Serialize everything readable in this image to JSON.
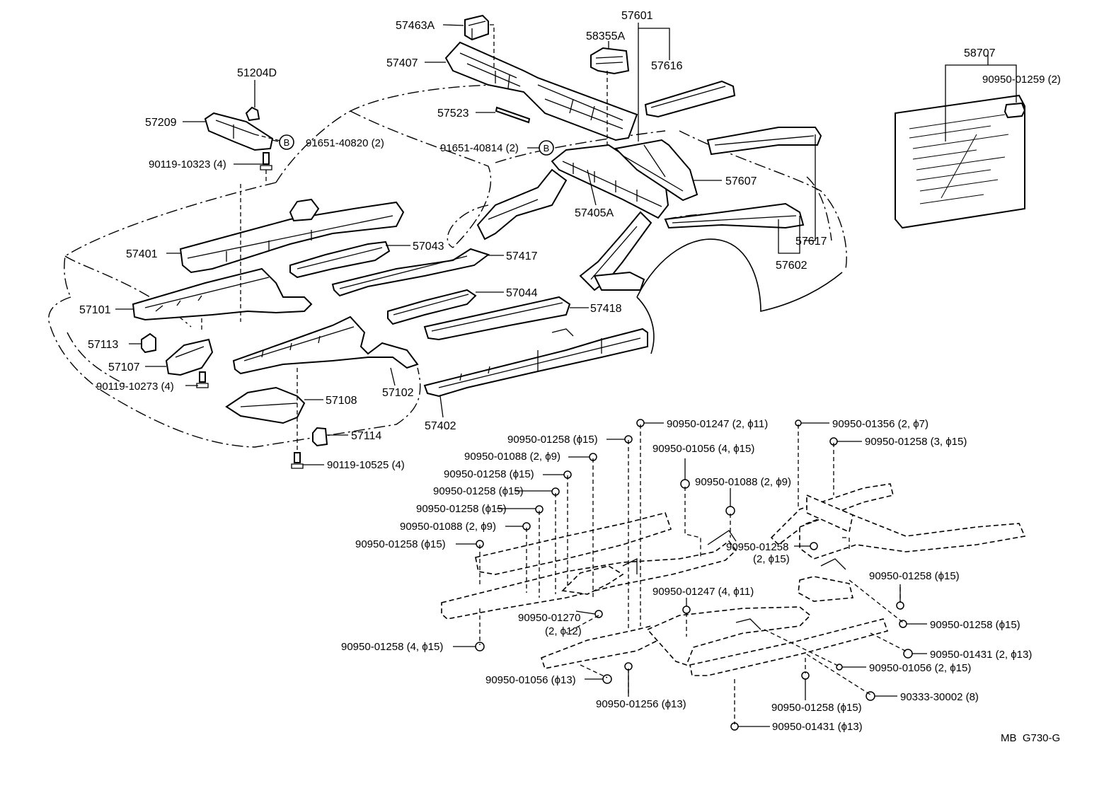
{
  "figure_code": "MB  G730-G",
  "circle_marker": "B",
  "callouts": [
    {
      "id": "c57463A",
      "text": "57463A"
    },
    {
      "id": "c57407",
      "text": "57407"
    },
    {
      "id": "c51204D",
      "text": "51204D"
    },
    {
      "id": "c57209",
      "text": "57209"
    },
    {
      "id": "c91651_40820",
      "text": "91651-40820 (2)"
    },
    {
      "id": "c90119_10323",
      "text": "90119-10323 (4)"
    },
    {
      "id": "c57523",
      "text": "57523"
    },
    {
      "id": "c91651_40814",
      "text": "91651-40814 (2)"
    },
    {
      "id": "c57601",
      "text": "57601"
    },
    {
      "id": "c58355A",
      "text": "58355A"
    },
    {
      "id": "c57616",
      "text": "57616"
    },
    {
      "id": "c58707",
      "text": "58707"
    },
    {
      "id": "c90950_01259",
      "text": "90950-01259 (2)"
    },
    {
      "id": "c57607",
      "text": "57607"
    },
    {
      "id": "c57405A",
      "text": "57405A"
    },
    {
      "id": "c57617",
      "text": "57617"
    },
    {
      "id": "c57602",
      "text": "57602"
    },
    {
      "id": "c57401",
      "text": "57401"
    },
    {
      "id": "c57043",
      "text": "57043"
    },
    {
      "id": "c57417",
      "text": "57417"
    },
    {
      "id": "c57101",
      "text": "57101"
    },
    {
      "id": "c57044",
      "text": "57044"
    },
    {
      "id": "c57418",
      "text": "57418"
    },
    {
      "id": "c57113",
      "text": "57113"
    },
    {
      "id": "c57107",
      "text": "57107"
    },
    {
      "id": "c90119_10273",
      "text": "90119-10273 (4)"
    },
    {
      "id": "c57102",
      "text": "57102"
    },
    {
      "id": "c57108",
      "text": "57108"
    },
    {
      "id": "c57402",
      "text": "57402"
    },
    {
      "id": "c57114",
      "text": "57114"
    },
    {
      "id": "c90119_10525",
      "text": "90119-10525 (4)"
    },
    {
      "id": "p01",
      "text": "90950-01247 (2, ϕ11)"
    },
    {
      "id": "p02",
      "text": "90950-01356 (2, ϕ7)"
    },
    {
      "id": "p03",
      "text": "90950-01258 (ϕ15)"
    },
    {
      "id": "p04",
      "text": "90950-01258 (3, ϕ15)"
    },
    {
      "id": "p05",
      "text": "90950-01056 (4, ϕ15)"
    },
    {
      "id": "p06",
      "text": "90950-01088 (2, ϕ9)"
    },
    {
      "id": "p07",
      "text": "90950-01258 (ϕ15)"
    },
    {
      "id": "p08",
      "text": "90950-01088 (2, ϕ9)"
    },
    {
      "id": "p09",
      "text": "90950-01258 (ϕ15)"
    },
    {
      "id": "p10",
      "text": "90950-01258 (ϕ15)"
    },
    {
      "id": "p11",
      "text": "90950-01088 (2, ϕ9)"
    },
    {
      "id": "p12",
      "text": "90950-01258 (ϕ15)"
    },
    {
      "id": "p13a",
      "text": "90950-01258"
    },
    {
      "id": "p13b",
      "text": "(2, ϕ15)"
    },
    {
      "id": "p14",
      "text": "90950-01258 (ϕ15)"
    },
    {
      "id": "p15",
      "text": "90950-01247 (4, ϕ11)"
    },
    {
      "id": "p16a",
      "text": "90950-01270"
    },
    {
      "id": "p16b",
      "text": "(2, ϕ12)"
    },
    {
      "id": "p17",
      "text": "90950-01258 (ϕ15)"
    },
    {
      "id": "p18",
      "text": "90950-01258 (4, ϕ15)"
    },
    {
      "id": "p19",
      "text": "90950-01431 (2, ϕ13)"
    },
    {
      "id": "p20",
      "text": "90950-01056 (2, ϕ15)"
    },
    {
      "id": "p21",
      "text": "90950-01056 (ϕ13)"
    },
    {
      "id": "p22",
      "text": "90950-01256 (ϕ13)"
    },
    {
      "id": "p23",
      "text": "90950-01258 (ϕ15)"
    },
    {
      "id": "p24",
      "text": "90333-30002 (8)"
    },
    {
      "id": "p25",
      "text": "90950-01431 (ϕ13)"
    }
  ]
}
